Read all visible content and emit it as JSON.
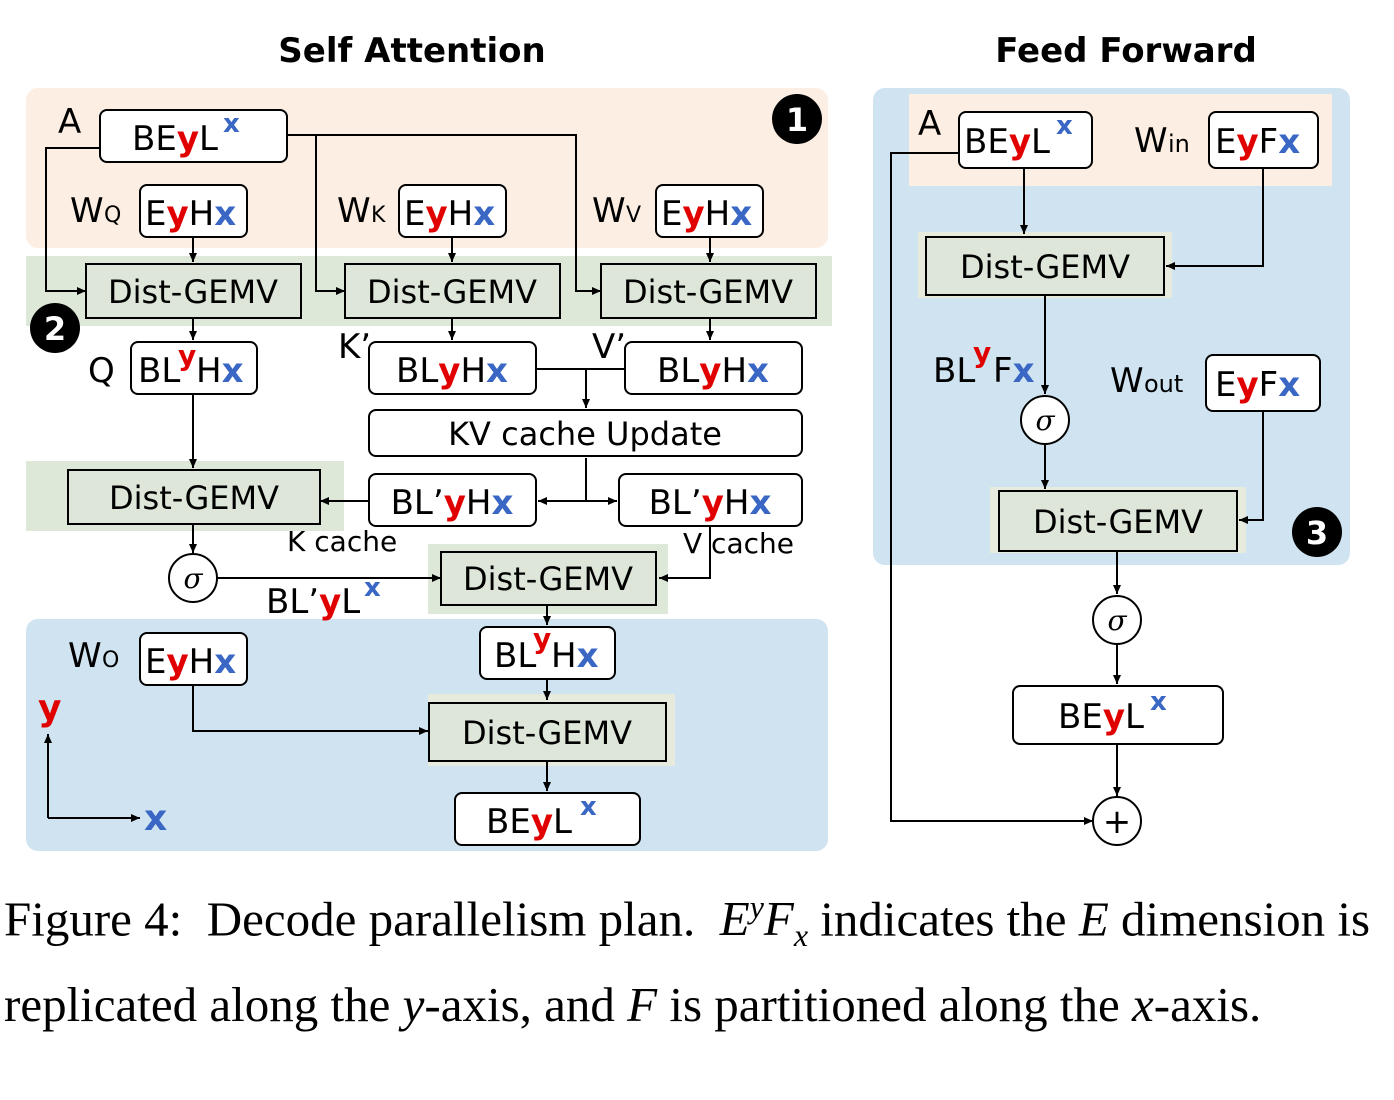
{
  "colors": {
    "attention_region": "#fceee2",
    "ffn_region": "#cfe3f1",
    "gemv_band": "#dde8d8",
    "gemv_box": "#dde6d9",
    "y_axis": "#e00000",
    "x_axis": "#3a66c4"
  },
  "titles": {
    "self_attention": "Self Attention",
    "feed_forward": "Feed Forward"
  },
  "markers": {
    "m1": "1",
    "m2": "2",
    "m3": "3"
  },
  "symbols": {
    "sigma": "σ",
    "plus": "+"
  },
  "labels": {
    "A": "A",
    "W": "W",
    "Q": "Q",
    "K": "K",
    "V": "V",
    "O": "O",
    "Q_out": "Q",
    "K_prime": "K’",
    "V_prime": "V’",
    "k_cache": "K cache",
    "v_cache": "V cache",
    "in": "in",
    "out": "out"
  },
  "tensors": {
    "B": "B",
    "E": "E",
    "L": "L",
    "H": "H",
    "F": "F",
    "BL": "BL",
    "BL_prime": "BL’",
    "y": "y",
    "x": "x"
  },
  "ops": {
    "dist_gemv": "Dist-GEMV",
    "kv_cache_update": "KV cache Update"
  },
  "axes": {
    "y": "y",
    "x": "x"
  },
  "caption": {
    "label": "Figure 4:",
    "title": "Decode parallelism plan.",
    "notation_E": "E",
    "notation_y": "y",
    "notation_F": "F",
    "notation_x": "x",
    "text1": "indicates the",
    "E2": "E",
    "text2": "dimension is replicated along the",
    "y_axis": "y",
    "text3": "-axis, and",
    "F2": "F",
    "text4": "is partitioned along the",
    "x_axis": "x",
    "text5": "-axis."
  }
}
